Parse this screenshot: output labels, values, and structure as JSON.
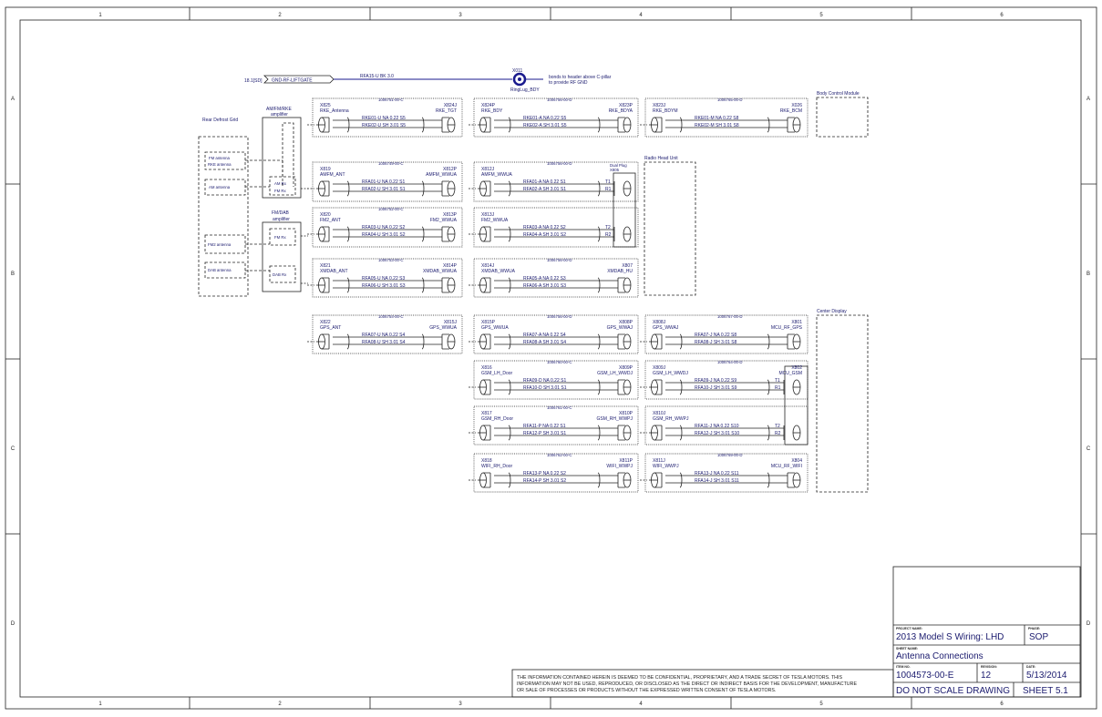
{
  "frame": {
    "cols": [
      "1",
      "2",
      "3",
      "4",
      "5",
      "6"
    ],
    "rows": [
      "A",
      "B",
      "C",
      "D"
    ]
  },
  "top": {
    "ref": "18.1[SD]",
    "gnd_flag": "GND-RF-LIFTGATE",
    "wire": "RFA15-U BK 3.0",
    "ground_id": "X011",
    "ground_name": "RingLug_BDY",
    "note_1": "bonds to header above C-pillar",
    "note_2": "to provide RF GND"
  },
  "defrost": {
    "title": "Rear Defrost Grid",
    "fm_ant": "FM antenna",
    "rke_ant": "RKE antenna",
    "am_ant": "AM antenna",
    "fm2_ant": "FM2 antenna",
    "dab_ant": "DAB antenna"
  },
  "amp1": {
    "title_1": "AM/FM/RKE",
    "title_2": "amplifier",
    "rx1": "AM Rx",
    "rx2": "FM Rx"
  },
  "amp2": {
    "title_1": "FM/DAB",
    "title_2": "amplifier",
    "rx1": "FM Rx",
    "rx2": "DAB Rx"
  },
  "radio": {
    "title": "Radio Head Unit",
    "plug_1": "Dual Plug",
    "plug_2": "X805"
  },
  "bcm": {
    "title": "Body Control Module"
  },
  "center": {
    "title": "Center Display"
  },
  "cables": [
    {
      "part": "1006751-00-C",
      "l_id": "X825",
      "l_name": "RKE_Antenna",
      "r_id": "X824J",
      "r_name": "RKE_TGT",
      "w1": "RKE01-U NA 0.22 S5",
      "w2": "RKE02-U SH 3.01 S5"
    },
    {
      "part": "1006756-00-D",
      "l_id": "X824P",
      "l_name": "RKE_BDY",
      "r_id": "X823P",
      "r_name": "RKE_BDYA",
      "w1": "RKE01-A NA 0.22 S5",
      "w2": "RKE02-A SH 3.01 S5"
    },
    {
      "part": "1006765-00-D",
      "l_id": "X823J",
      "l_name": "RKE_BDYM",
      "r_id": "X026",
      "r_name": "RKE_BCM",
      "w1": "RKE01-M NA 0.22 S8",
      "w2": "RKE02-M SH 3.01 S8"
    },
    {
      "part": "1006749-00-C",
      "l_id": "X819",
      "l_name": "AMFM_ANT",
      "r_id": "X812P",
      "r_name": "AMFM_WWUA",
      "w1": "RFA01-U NA 0.22 S1",
      "w2": "RFA02-U SH 3.01 S1"
    },
    {
      "part": "1006756-00-D",
      "l_id": "X812J",
      "l_name": "AMFM_WWUA",
      "r_id": "",
      "r_name": "",
      "w1": "RFA01-A NA 0.22 S1",
      "w2": "RFA02-A SH 3.01 S1",
      "t1": "T1",
      "t2": "R1"
    },
    {
      "part": "1006752-00-C",
      "l_id": "X820",
      "l_name": "FM2_ANT",
      "r_id": "X813P",
      "r_name": "FM2_WWUA",
      "w1": "RFA03-U NA 0.22 S2",
      "w2": "RFA04-U SH 3.01 S2"
    },
    {
      "part": "",
      "l_id": "X813J",
      "l_name": "FM2_WWUA",
      "r_id": "",
      "r_name": "",
      "w1": "RFA03-A NA 0.22 S2",
      "w2": "RFA04-A SH 3.01 S2",
      "t1": "T2",
      "t2": "R2"
    },
    {
      "part": "1006753-00-C",
      "l_id": "X821",
      "l_name": "XMDAB_ANT",
      "r_id": "X814P",
      "r_name": "XMDAB_WWUA",
      "w1": "RFA05-U NA 0.22 S3",
      "w2": "RFA06-U SH 3.01 S3"
    },
    {
      "part": "1006756-00-D",
      "l_id": "X814J",
      "l_name": "XMDAB_WWUA",
      "r_id": "X807",
      "r_name": "XMDAB_HU",
      "w1": "RFA05-A NA 0.22 S3",
      "w2": "RFA06-A SH 3.01 S3"
    },
    {
      "part": "1006754-00-C",
      "l_id": "X822",
      "l_name": "GPS_ANT",
      "r_id": "X815J",
      "r_name": "GPS_WWUA",
      "w1": "RFA07-U NA 0.22 S4",
      "w2": "RFA08-U SH 3.01 S4"
    },
    {
      "part": "1006756-00-D",
      "l_id": "X815P",
      "l_name": "GPS_WWUA",
      "r_id": "X808P",
      "r_name": "GPS_WWAJ",
      "w1": "RFA07-A NA 0.22 S4",
      "w2": "RFA08-A SH 3.01 S4"
    },
    {
      "part": "1006767-00-D",
      "l_id": "X808J",
      "l_name": "GPS_WWAJ",
      "r_id": "X801",
      "r_name": "MCU_RF_GPS",
      "w1": "RFA07-J NA 0.22 S8",
      "w2": "RFA08-J SH 3.01 S8"
    },
    {
      "part": "1006760-00-C",
      "l_id": "X816",
      "l_name": "GSM_LH_Door",
      "r_id": "X809P",
      "r_name": "GSM_LH_WWDJ",
      "w1": "RFA09-D NA 0.22 S1",
      "w2": "RFA10-D SH 3.01 S1"
    },
    {
      "part": "1006764-00-D",
      "l_id": "X809J",
      "l_name": "GSM_LH_WWDJ",
      "r_id": "X802",
      "r_name": "MCU_GSM",
      "w1": "RFA09-J NA 0.22 S9",
      "w2": "RFA10-J SH 3.01 S9",
      "t1": "T1",
      "t2": "R1"
    },
    {
      "part": "1006761-00-C",
      "l_id": "X817",
      "l_name": "GSM_RH_Door",
      "r_id": "X810P",
      "r_name": "GSM_RH_WWPJ",
      "w1": "RFA11-P NA 0.22 S1",
      "w2": "RFA12-P SH 3.01 S1"
    },
    {
      "part": "",
      "l_id": "X810J",
      "l_name": "GSM_RH_WWPJ",
      "r_id": "",
      "r_name": "",
      "w1": "RFA11-J NA 0.22 S10",
      "w2": "RFA12-J SH 3.01 S10",
      "t1": "T2",
      "t2": "R2"
    },
    {
      "part": "1006762-00-C",
      "l_id": "X818",
      "l_name": "WIFI_RH_Door",
      "r_id": "X811P",
      "r_name": "WIFI_WWPJ",
      "w1": "RFA13-P NA 0.22 S2",
      "w2": "RFA14-P SH 3.01 S2"
    },
    {
      "part": "1006769-00-D",
      "l_id": "X811J",
      "l_name": "WIFI_WWPJ",
      "r_id": "X804",
      "r_name": "MCU_RF_WIFI",
      "w1": "RFA13-J NA 0.22 S11",
      "w2": "RFA14-J SH 3.01 S11"
    }
  ],
  "title_block": {
    "project_label": "PROJECT NAME:",
    "project": "2013 Model S Wiring: LHD",
    "phase_label": "PHASE:",
    "phase": "SOP",
    "sheet_name_label": "SHEET NAME:",
    "sheet_name": "Antenna Connections",
    "item_label": "ITEM NO.",
    "item": "1004573-00-E",
    "rev_label": "REVISION:",
    "rev": "12",
    "date_label": "DATE:",
    "date": "5/13/2014",
    "no_scale": "DO NOT SCALE DRAWING",
    "sheet": "SHEET 5.1",
    "disclaimer_1": "THE INFORMATION CONTAINED HEREIN IS DEEMED TO BE CONFIDENTIAL, PROPRIETARY, AND A TRADE SECRET OF TESLA MOTORS. THIS",
    "disclaimer_2": "INFORMATION MAY NOT BE USED, REPRODUCED, OR DISCLOSED AS THE DIRECT OR INDIRECT BASIS FOR THE DEVELOPMENT, MANUFACTURE",
    "disclaimer_3": "OR SALE OF PROCESSES OR PRODUCTS WITHOUT THE EXPRESSED WRITTEN CONSENT OF TESLA MOTORS."
  }
}
